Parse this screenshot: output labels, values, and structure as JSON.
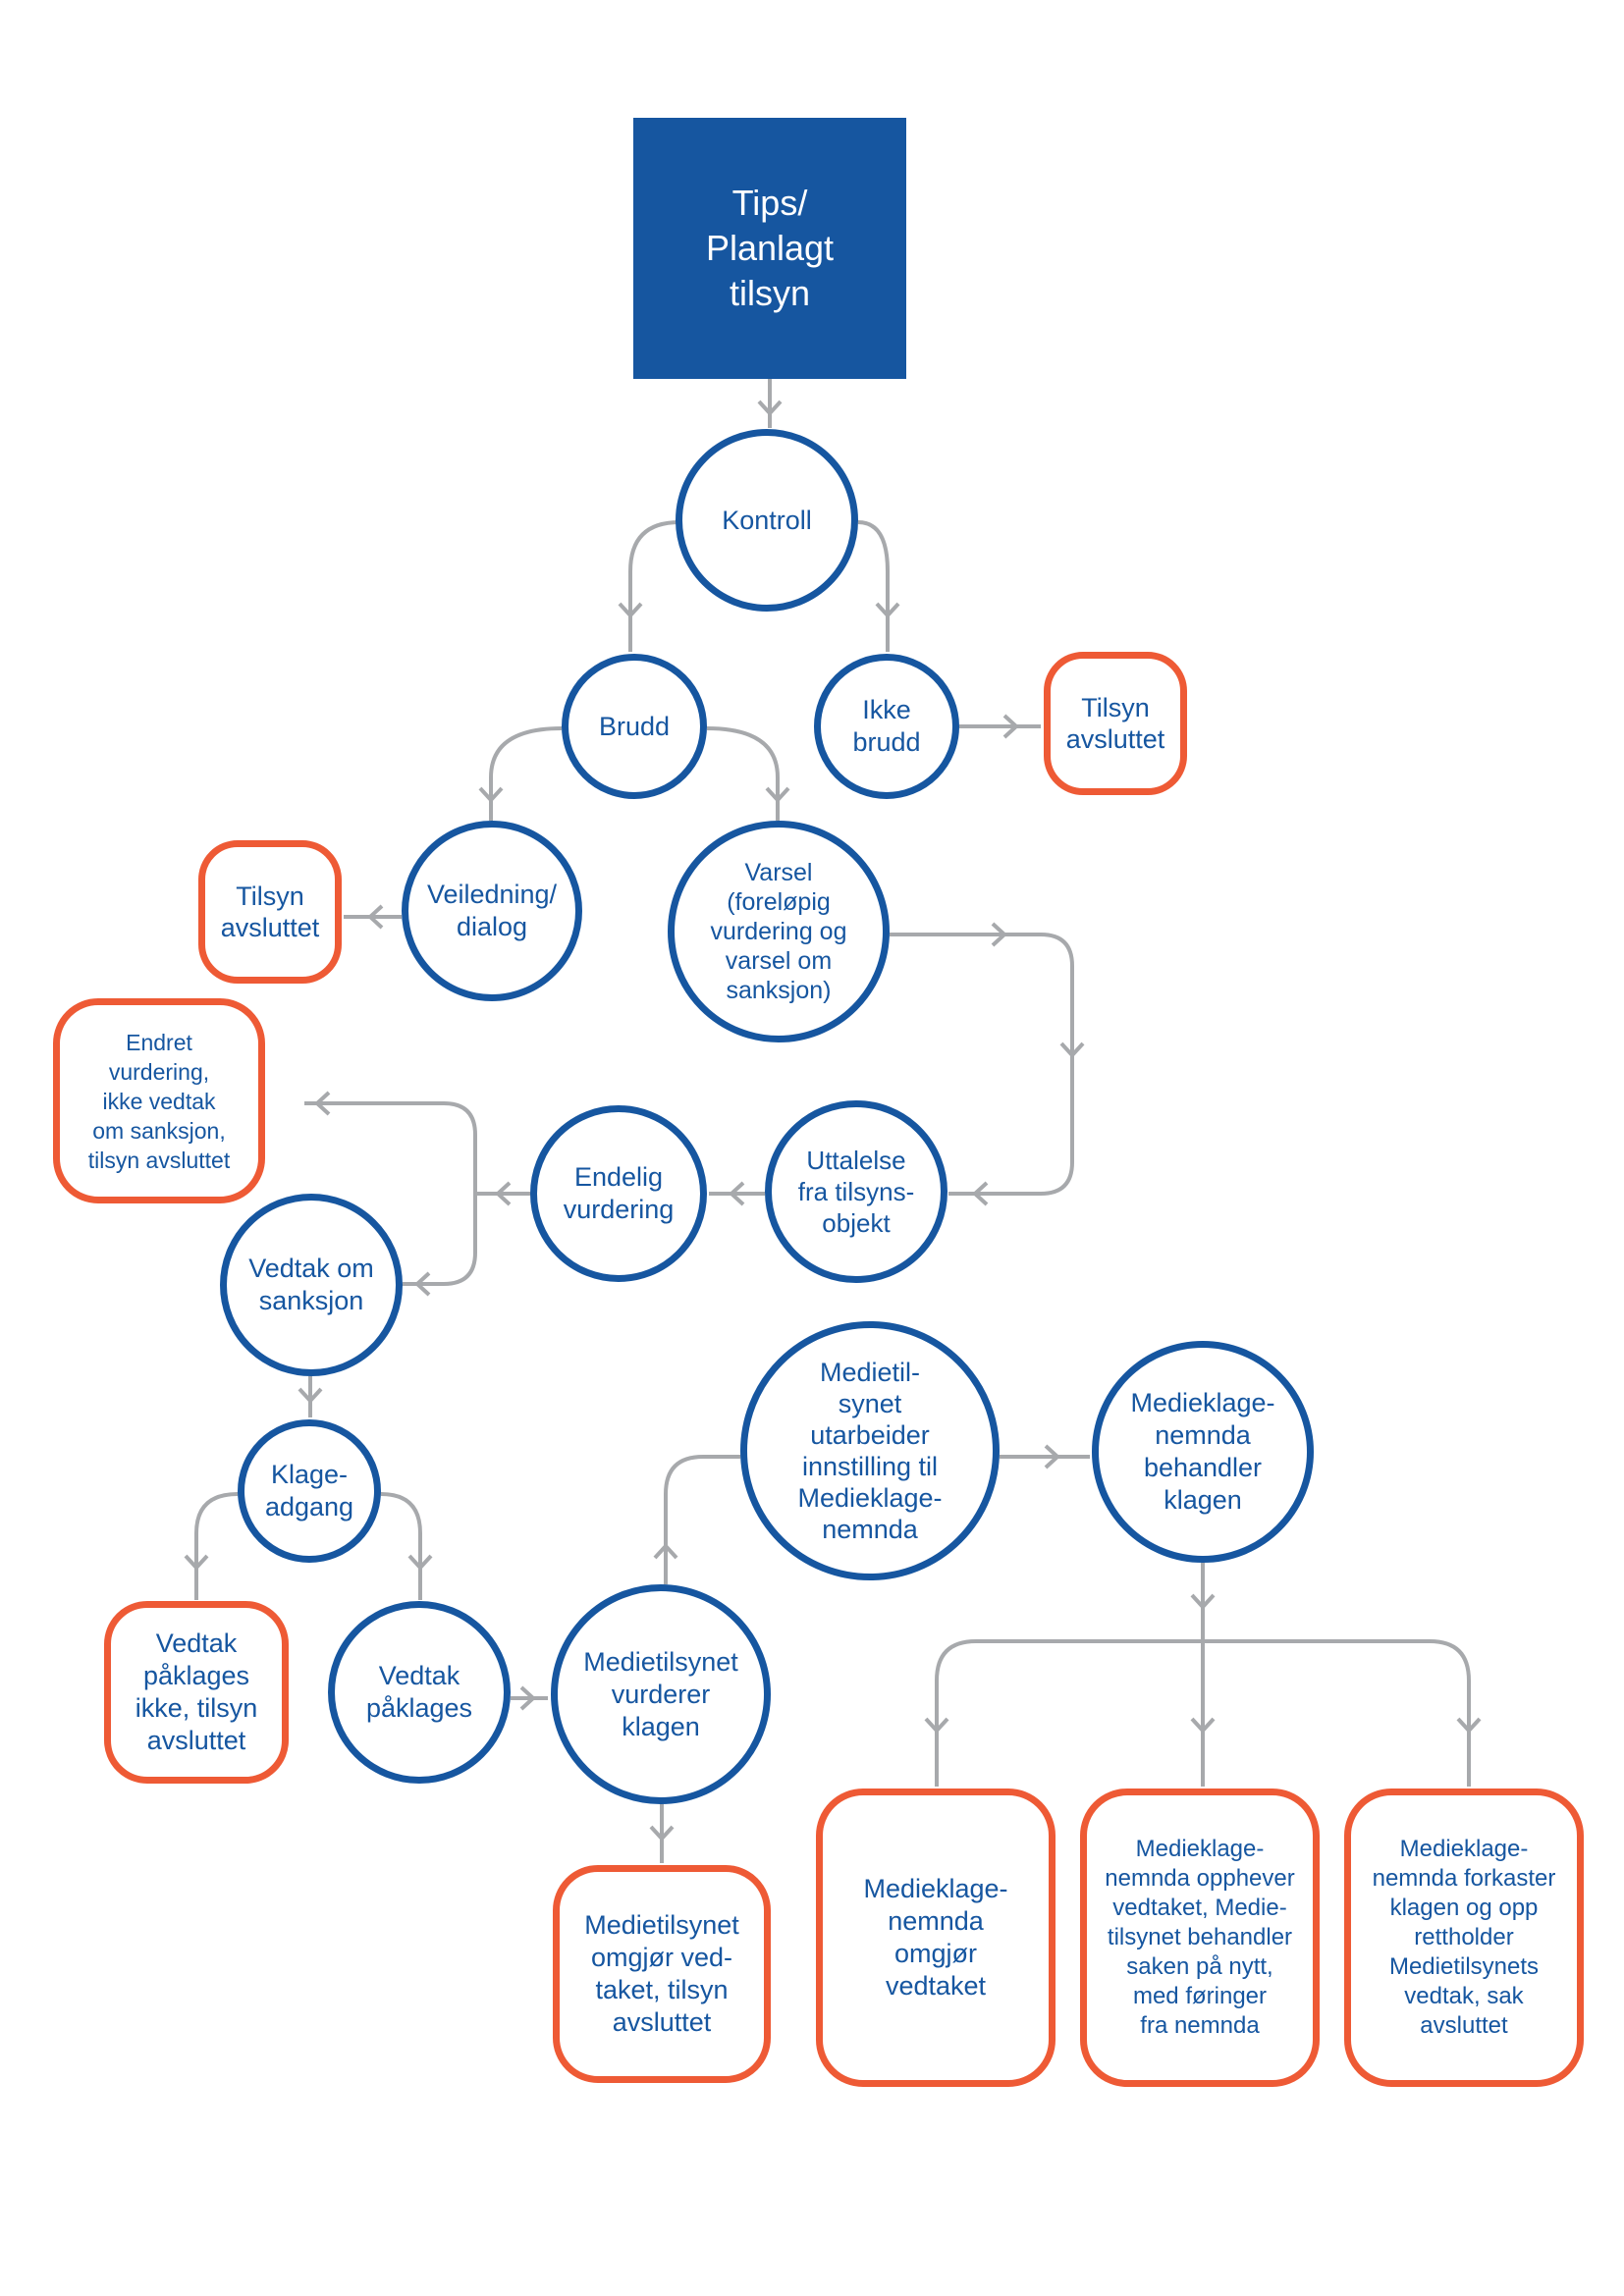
{
  "colors": {
    "blue": "#1656a0",
    "orange": "#ee5a35",
    "connector": "#a7a9ac"
  },
  "nodes": {
    "tips": "Tips/\nPlanlagt\ntilsyn",
    "kontroll": "Kontroll",
    "brudd": "Brudd",
    "ikke_brudd": "Ikke\nbrudd",
    "tilsyn_avsluttet_1": "Tilsyn\navsluttet",
    "veiledning": "Veiledning/\ndialog",
    "tilsyn_avsluttet_2": "Tilsyn\navsluttet",
    "varsel": "Varsel\n(foreløpig\nvurdering og\nvarsel om\nsanksjon)",
    "endret": "Endret\nvurdering,\nikke vedtak\nom sanksjon,\ntilsyn avsluttet",
    "endelig": "Endelig\nvurdering",
    "uttalelse": "Uttalelse\nfra tilsyns-\nobjekt",
    "vedtak_sanksjon": "Vedtak om\nsanksjon",
    "klageadgang": "Klage-\nadgang",
    "vedtak_ikke_paklages": "Vedtak\npåklages\nikke, tilsyn\navsluttet",
    "vedtak_paklages": "Vedtak\npåklages",
    "mt_vurderer": "Medietilsynet\nvurderer\nklagen",
    "mt_utarbeider": "Medietil-\nsynet\nutarbeider\ninnstilling til\nMedieklage-\nnemnda",
    "mkn_behandler": "Medieklage-\nnemnda\nbehandler\nklagen",
    "mt_omgjor": "Medietilsynet\nomgjør ved-\ntaket, tilsyn\navsluttet",
    "mkn_omgjor": "Medieklage-\nnemnda\nomgjør\nvedtaket",
    "mkn_opphever": "Medieklage-\nnemnda opphever\nvedtaket, Medie-\ntilsynet behandler\nsaken på nytt,\nmed føringer\nfra nemnda",
    "mkn_forkaster": "Medieklage-\nnemnda forkaster\nklagen og opp\nrettholder\nMedietilsynets\nvedtak, sak\navsluttet"
  }
}
